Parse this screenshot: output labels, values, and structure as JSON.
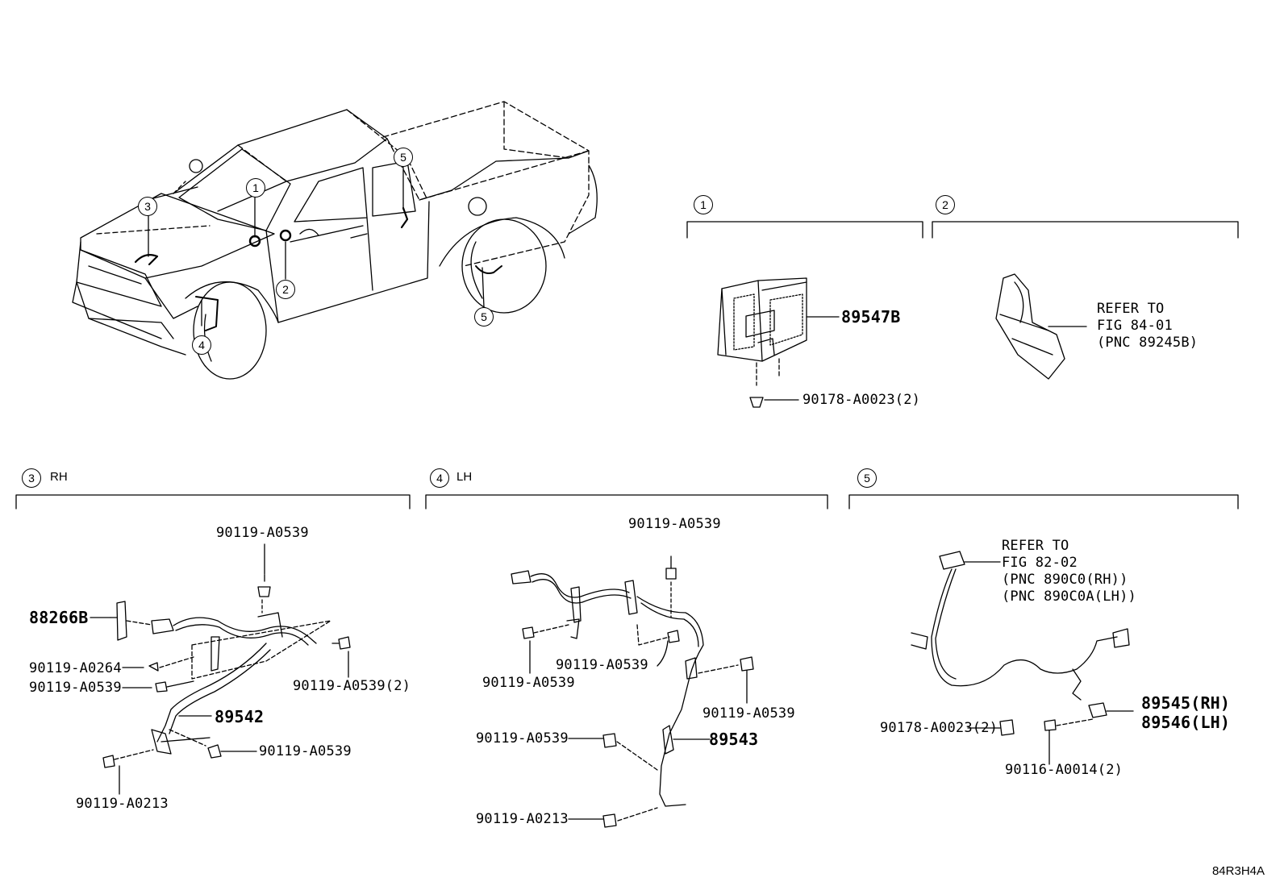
{
  "sections": {
    "s1": {
      "num": "1"
    },
    "s2": {
      "num": "2"
    },
    "s3": {
      "num": "3",
      "side": "RH"
    },
    "s4": {
      "num": "4",
      "side": "LH"
    },
    "s5": {
      "num": "5"
    }
  },
  "callouts": [
    "1",
    "2",
    "3",
    "4",
    "5",
    "5"
  ],
  "part_labels": {
    "p89547B": "89547B",
    "p90178_1": "90178-A0023(2)",
    "refer1_line1": "REFER TO",
    "refer1_line2": "FIG 84-01",
    "refer1_line3": "(PNC 89245B)",
    "rh_top": "90119-A0539",
    "rh_88266B": "88266B",
    "rh_a0264": "90119-A0264",
    "rh_a0539_left": "90119-A0539",
    "rh_a0539_2": "90119-A0539(2)",
    "rh_89542": "89542",
    "rh_a0539_bottom": "90119-A0539",
    "rh_a0213": "90119-A0213",
    "lh_top": "90119-A0539",
    "lh_left": "90119-A0539",
    "lh_mid": "90119-A0539",
    "lh_right": "90119-A0539",
    "lh_89543": "89543",
    "lh_lower": "90119-A0539",
    "lh_a0213": "90119-A0213",
    "refer2_line1": "REFER TO",
    "refer2_line2": "FIG 82-02",
    "refer2_line3": "(PNC 890C0(RH))",
    "refer2_line4": "(PNC 890C0A(LH))",
    "p89545": "89545(RH)",
    "p89546": "89546(LH)",
    "p90178_5": "90178-A0023(2)",
    "p90116": "90116-A0014(2)"
  },
  "footer_code": "84R3H4A"
}
